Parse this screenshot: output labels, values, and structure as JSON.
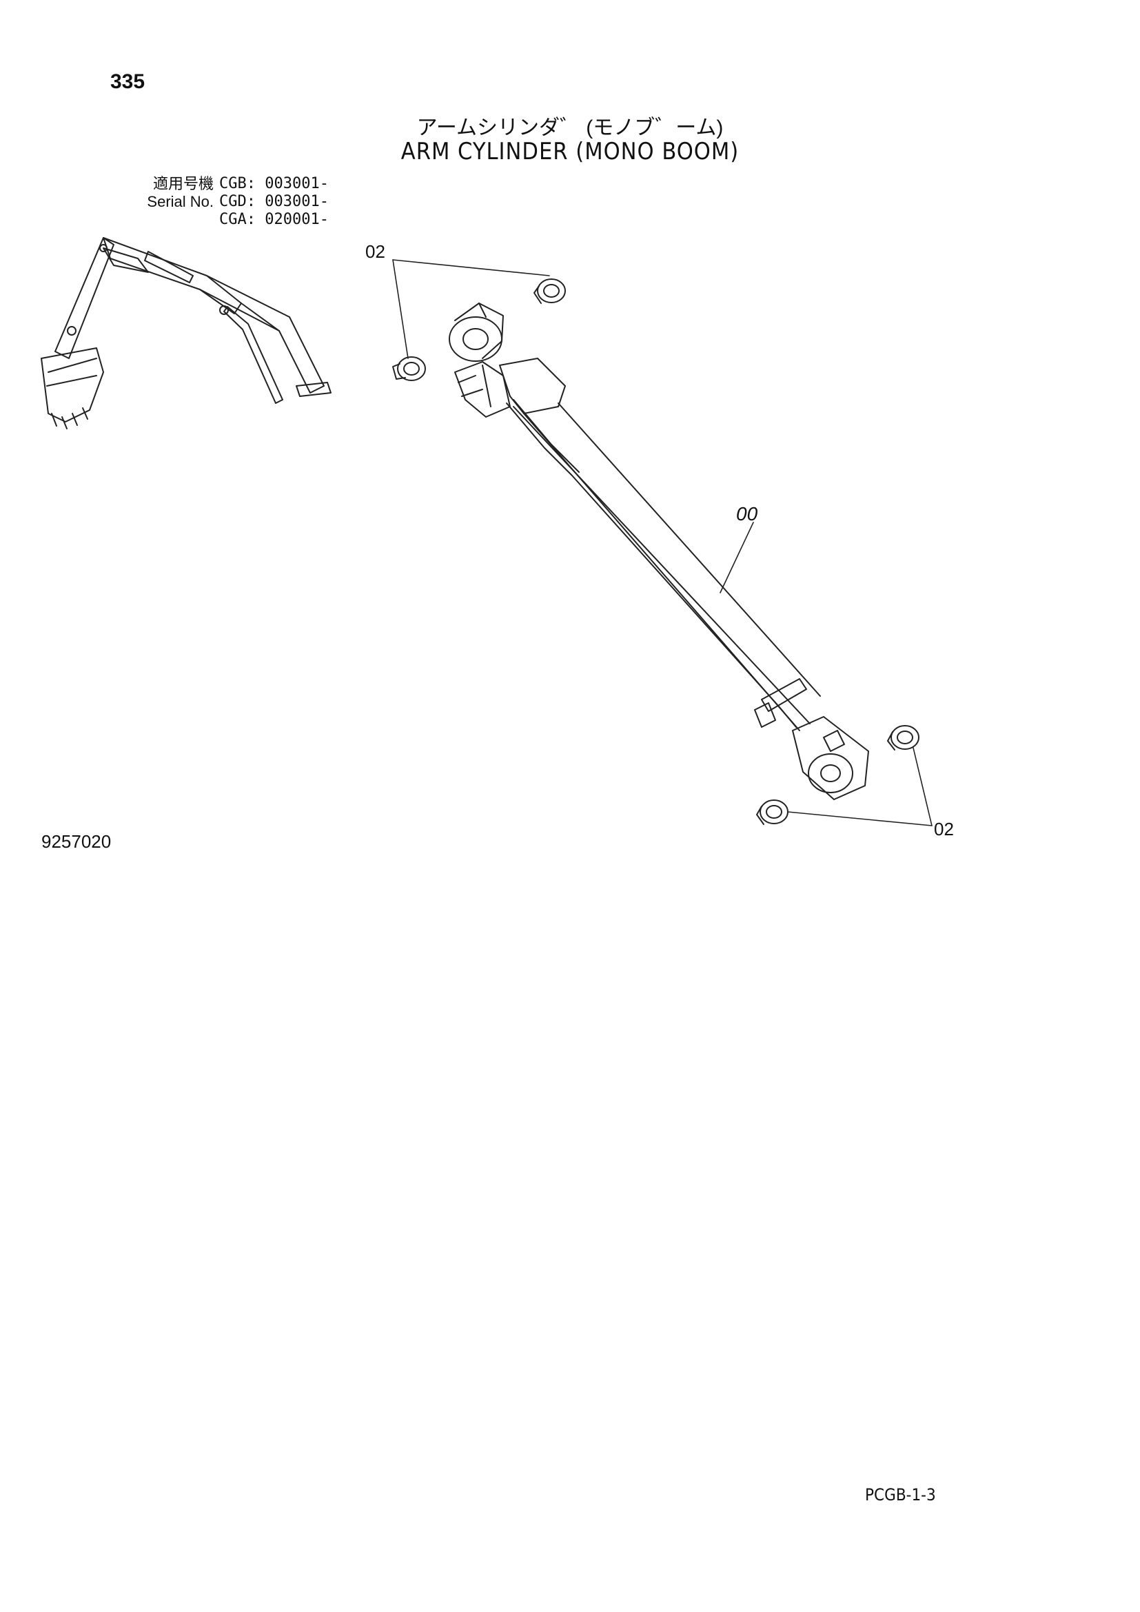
{
  "header": {
    "page_number": "335",
    "title_jp": "アームシリンダ゛ (モノブ゛ーム)",
    "title_en": "ARM CYLINDER (MONO BOOM)"
  },
  "serials": {
    "label_jp": "適用号機",
    "label_en": "Serial No.",
    "entries": [
      {
        "model": "CGB:",
        "range": "003001-"
      },
      {
        "model": "CGD:",
        "range": "003001-"
      },
      {
        "model": "CGA:",
        "range": "020001-"
      }
    ]
  },
  "callouts": {
    "seal_top": "02",
    "cylinder": "00",
    "seal_bottom": "02"
  },
  "footer": {
    "drawing_number": "9257020",
    "code": "PCGB-1-3"
  }
}
